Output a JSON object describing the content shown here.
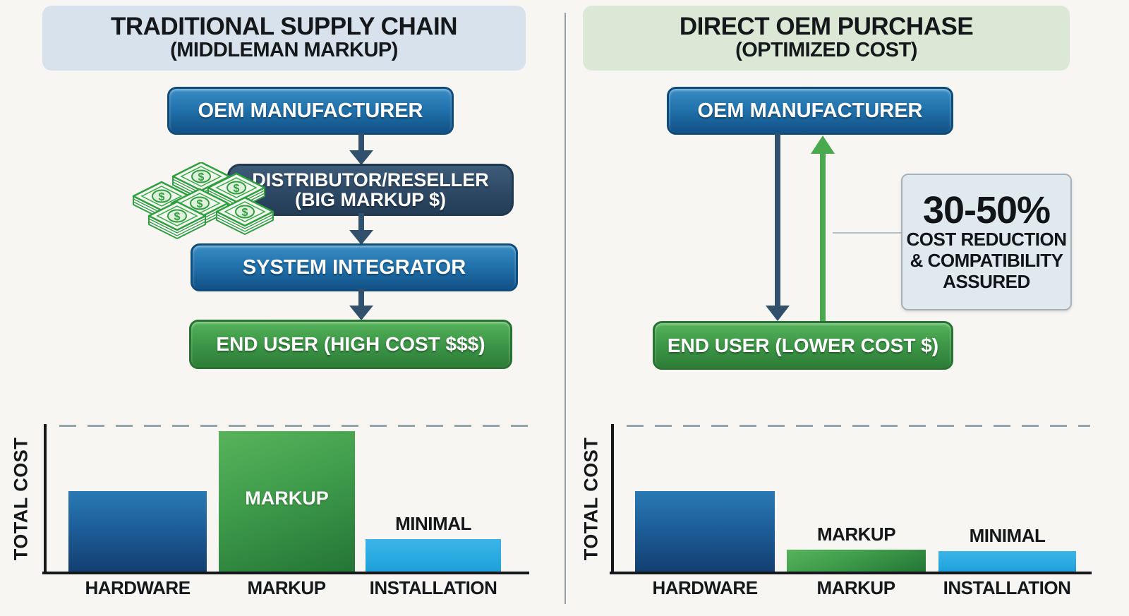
{
  "canvas": {
    "background": "#f7f6f3",
    "divider_color": "#97a2a6"
  },
  "left_panel": {
    "header": {
      "title": "TRADITIONAL SUPPLY CHAIN",
      "subtitle": "(MIDDLEMAN MARKUP)",
      "bg_color": "#d8e2ec"
    },
    "nodes": [
      {
        "label": "OEM MANUFACTURER",
        "color": "#1a6aa5"
      },
      {
        "label": "DISTRIBUTOR/RESELLER",
        "sublabel": "(BIG MARKUP $)",
        "color": "#2c4763"
      },
      {
        "label": "SYSTEM INTEGRATOR",
        "color": "#1a6aa5"
      },
      {
        "label": "END USER (HIGH COST $$$)",
        "color": "#3b9446"
      }
    ],
    "icons": {
      "money_stacks": "stacks of dollar bills"
    }
  },
  "right_panel": {
    "header": {
      "title": "DIRECT OEM PURCHASE",
      "subtitle": "(OPTIMIZED COST)",
      "bg_color": "#dce8d6"
    },
    "nodes": [
      {
        "label": "OEM MANUFACTURER",
        "color": "#1a6aa5"
      },
      {
        "label": "END USER (LOWER COST $)",
        "color": "#3b9446"
      }
    ],
    "arrows": {
      "down_color": "#31506b",
      "up_color": "#4aa84f"
    },
    "callout": {
      "headline": "30-50%",
      "lines": [
        "COST REDUCTION",
        "& COMPATIBILITY",
        "ASSURED"
      ],
      "bg_color": "#e0e9ee"
    }
  },
  "chart_data": [
    {
      "type": "bar",
      "panel": "traditional-supply-chain",
      "ylabel": "TOTAL COST",
      "categories": [
        "HARDWARE",
        "MARKUP",
        "INSTALLATION"
      ],
      "values": [
        55,
        96,
        22
      ],
      "ylim": [
        0,
        100
      ],
      "units": "relative cost (percent of dashed total-cost ceiling)",
      "bar_colors": [
        "#1d5f99",
        "#3f9c4b",
        "#29aae1"
      ],
      "bar_labels": [
        "",
        "MARKUP",
        "MINIMAL"
      ],
      "bar_label_placement": [
        "",
        "inside-white",
        "above-black"
      ],
      "reference_line": {
        "value": 100,
        "style": "dashed",
        "color": "#94a4ad"
      },
      "grid": false,
      "legend": false
    },
    {
      "type": "bar",
      "panel": "direct-oem-purchase",
      "ylabel": "TOTAL COST",
      "categories": [
        "HARDWARE",
        "MARKUP",
        "INSTALLATION"
      ],
      "values": [
        55,
        15,
        14
      ],
      "ylim": [
        0,
        100
      ],
      "units": "relative cost (percent of dashed total-cost ceiling)",
      "bar_colors": [
        "#1d5f99",
        "#3f9c4b",
        "#29aae1"
      ],
      "bar_labels": [
        "",
        "MARKUP",
        "MINIMAL"
      ],
      "bar_label_placement": [
        "",
        "above-black",
        "above-black"
      ],
      "reference_line": {
        "value": 100,
        "style": "dashed",
        "color": "#94a4ad"
      },
      "grid": false,
      "legend": false
    }
  ]
}
